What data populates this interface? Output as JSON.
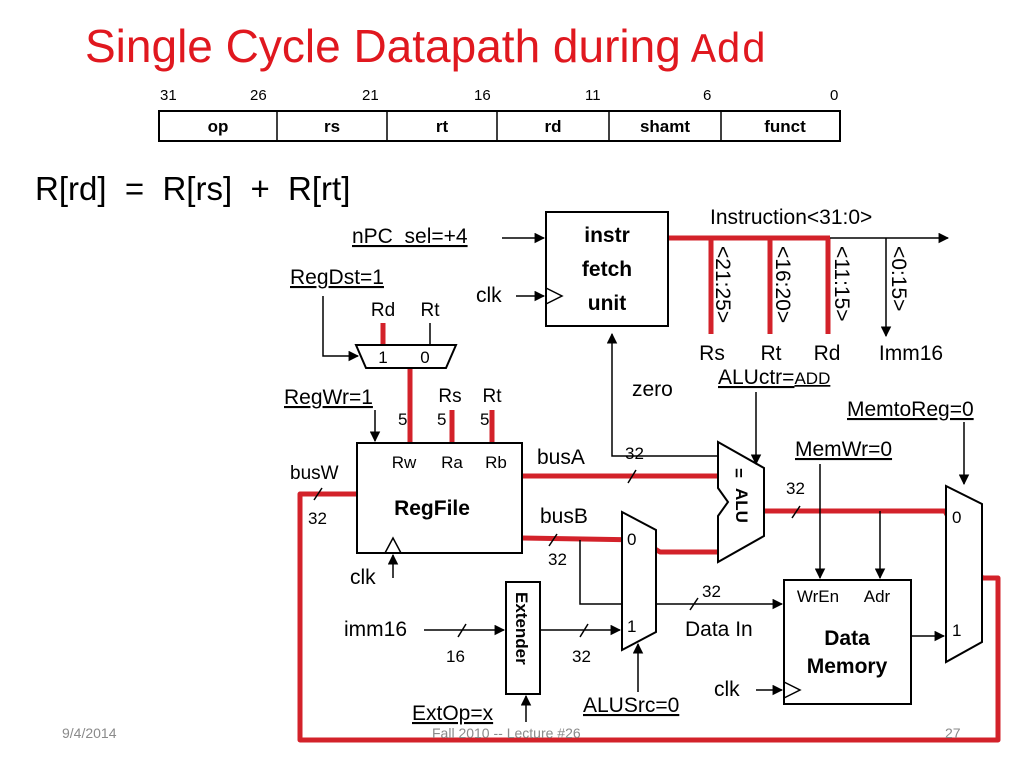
{
  "title": {
    "main": "Single Cycle Datapath during",
    "mono": "Add"
  },
  "format": {
    "bit_positions": [
      "31",
      "26",
      "21",
      "16",
      "11",
      "6",
      "0"
    ],
    "fields": [
      "op",
      "rs",
      "rt",
      "rd",
      "shamt",
      "funct"
    ]
  },
  "equation": "R[rd]  =  R[rs]  +  R[rt]",
  "signals": {
    "npc_sel": "nPC_sel=+4",
    "regdst": "RegDst=1",
    "regwr": "RegWr=1",
    "aluctr_prefix": "ALUctr=",
    "aluctr_value": "ADD",
    "memtoreg": "MemtoReg=0",
    "memwr": "MemWr=0",
    "alusrc": "ALUSrc=0",
    "extop": "ExtOp=x"
  },
  "fetch": {
    "line1": "instr",
    "line2": "fetch",
    "line3": "unit"
  },
  "instruction": {
    "bus": "Instruction<31:0>",
    "slices": [
      "<21:25>",
      "<16:20>",
      "<11:15>",
      "<0:15>"
    ],
    "fields": [
      "Rs",
      "Rt",
      "Rd",
      "Imm16"
    ]
  },
  "mux_regdst": {
    "in_rd": "Rd",
    "in_rt": "Rt",
    "sel1": "1",
    "sel0": "0"
  },
  "regfile": {
    "name": "RegFile",
    "rw": "Rw",
    "ra": "Ra",
    "rb": "Rb",
    "rs_label": "Rs",
    "rt_label": "Rt"
  },
  "widths": {
    "five": "5",
    "thirtytwo": "32",
    "sixteen": "16"
  },
  "labels": {
    "clk": "clk",
    "busA": "busA",
    "busB": "busB",
    "busW": "busW",
    "zero": "zero",
    "imm16": "imm16",
    "data_in": "Data In",
    "alu": "ALU",
    "alu_eq": "=",
    "extender": "Extender"
  },
  "mux_alusrc": {
    "in0": "0",
    "in1": "1"
  },
  "mux_memtoreg": {
    "in0": "0",
    "in1": "1"
  },
  "memory": {
    "wren": "WrEn",
    "adr": "Adr",
    "line1": "Data",
    "line2": "Memory"
  },
  "footer": {
    "date": "9/4/2014",
    "center": "Fall 2010 -- Lecture #26",
    "page": "27"
  },
  "colors": {
    "title": "#e0181f",
    "active_path": "#d3222a",
    "footer": "#8a8a8a"
  }
}
